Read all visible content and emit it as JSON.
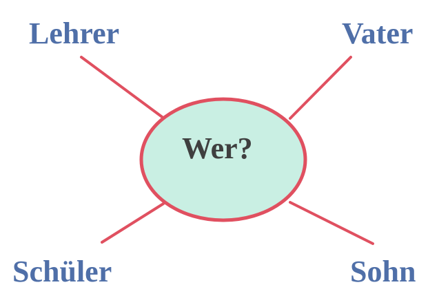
{
  "center": {
    "label": "Wer?"
  },
  "branches": [
    {
      "position": "top-left",
      "label": "Lehrer"
    },
    {
      "position": "top-right",
      "label": "Vater"
    },
    {
      "position": "bottom-left",
      "label": "Schüler"
    },
    {
      "position": "bottom-right",
      "label": "Sohn"
    }
  ],
  "colors": {
    "line": "#e05060",
    "bubble_fill": "#c9efe3",
    "bubble_stroke": "#e05060",
    "outer_text": "#4f6fa8",
    "center_text": "#3f3f3f"
  }
}
